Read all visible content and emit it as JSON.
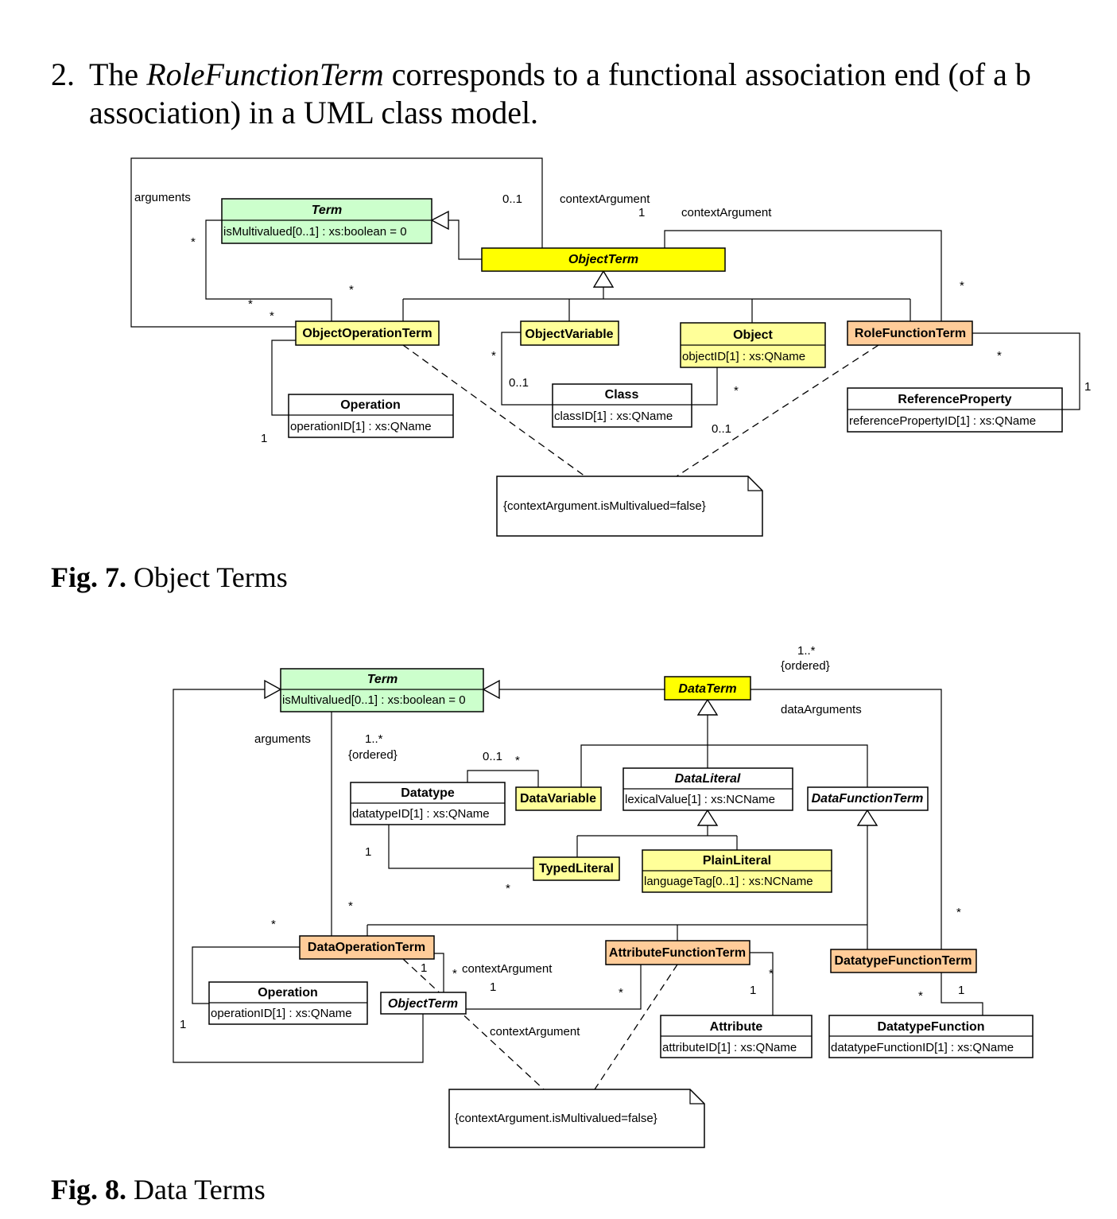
{
  "paragraph": {
    "number": "2.",
    "lead_space": " ",
    "line1_prefix": "The ",
    "term": "RoleFunctionTerm",
    "line1_suffix": " corresponds to a functional association end (of a b",
    "line2": "association) in a UML class model."
  },
  "fig7": {
    "caption_label": "Fig. 7.",
    "caption_text": " Object Terms",
    "classes": {
      "term": {
        "name": "Term",
        "attr": "isMultivalued[0..1] : xs:boolean = 0"
      },
      "object_term": {
        "name": "ObjectTerm"
      },
      "object_operation_term": {
        "name": "ObjectOperationTerm"
      },
      "object_variable": {
        "name": "ObjectVariable"
      },
      "object": {
        "name": "Object",
        "attr": "objectID[1] : xs:QName"
      },
      "role_function_term": {
        "name": "RoleFunctionTerm"
      },
      "operation": {
        "name": "Operation",
        "attr": "operationID[1] : xs:QName"
      },
      "class": {
        "name": "Class",
        "attr": "classID[1] : xs:QName"
      },
      "reference_property": {
        "name": "ReferenceProperty",
        "attr": "referencePropertyID[1] : xs:QName"
      }
    },
    "labels": {
      "arguments": "arguments",
      "context_argument_1": "contextArgument",
      "context_argument_2": "contextArgument",
      "m_01_top": "0..1",
      "m_1_top": "1",
      "m_star_args": "*",
      "m_star_a": "*",
      "m_star_b": "*",
      "m_star_c": "*",
      "m_star_rft": "*",
      "m_star_rft2": "*",
      "m_star_var": "*",
      "m_01_var": "0..1",
      "m_star_obj": "*",
      "m_01_rft": "0..1",
      "m_1_op": "1",
      "m_1_ref": "1"
    },
    "note": "{contextArgument.isMultivalued=false}"
  },
  "fig8": {
    "caption_label": "Fig. 8.",
    "caption_text": " Data Terms",
    "classes": {
      "term": {
        "name": "Term",
        "attr": "isMultivalued[0..1] : xs:boolean = 0"
      },
      "data_term": {
        "name": "DataTerm"
      },
      "datatype": {
        "name": "Datatype",
        "attr": "datatypeID[1] : xs:QName"
      },
      "data_variable": {
        "name": "DataVariable"
      },
      "data_literal": {
        "name": "DataLiteral",
        "attr": "lexicalValue[1] : xs:NCName"
      },
      "data_function_term": {
        "name": "DataFunctionTerm"
      },
      "typed_literal": {
        "name": "TypedLiteral"
      },
      "plain_literal": {
        "name": "PlainLiteral",
        "attr": "languageTag[0..1] : xs:NCName"
      },
      "data_operation_term": {
        "name": "DataOperationTerm"
      },
      "attribute_function_term": {
        "name": "AttributeFunctionTerm"
      },
      "datatype_function_term": {
        "name": "DatatypeFunctionTerm"
      },
      "operation": {
        "name": "Operation",
        "attr": "operationID[1] : xs:QName"
      },
      "object_term": {
        "name": "ObjectTerm"
      },
      "attribute": {
        "name": "Attribute",
        "attr": "attributeID[1] : xs:QName"
      },
      "datatype_function": {
        "name": "DatatypeFunction",
        "attr": "datatypeFunctionID[1] : xs:QName"
      }
    },
    "labels": {
      "m_1star_top": "1..*",
      "ordered_top": "{ordered}",
      "data_arguments": "dataArguments",
      "arguments": "arguments",
      "m_1star_args": "1..*",
      "ordered_args": "{ordered}",
      "m_01_dt": "0..1",
      "m_star_dv": "*",
      "m_1_dt": "1",
      "m_star_tl": "*",
      "m_star_mid": "*",
      "m_star_left": "*",
      "m_star_right": "*",
      "m_1_dot": "1",
      "m_star_dot": "*",
      "context_argument_1": "contextArgument",
      "m_1_ot": "1",
      "m_star_aft": "*",
      "context_argument_2": "contextArgument",
      "m_1_op": "1",
      "m_star_attr": "*",
      "m_1_attr": "1",
      "m_star_dft": "*",
      "m_1_dft": "1"
    },
    "note": "{contextArgument.isMultivalued=false}"
  },
  "colors": {
    "term_fill": "#ccffcc",
    "object_term_fill": "#ffff00",
    "yellow_light": "#ffff99",
    "orange": "#ffcc99",
    "white": "#ffffff"
  }
}
